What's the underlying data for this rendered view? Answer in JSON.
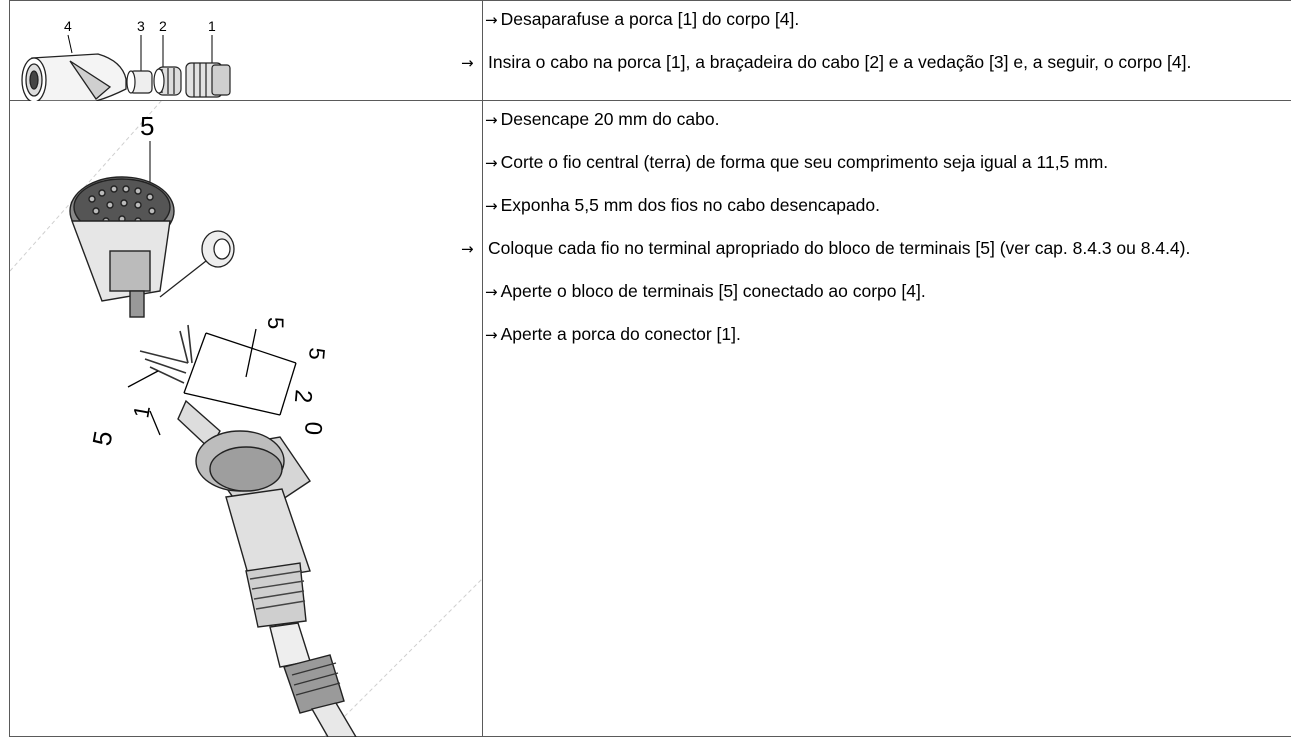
{
  "rows": [
    {
      "callouts": [
        "4",
        "3",
        "2",
        "1"
      ],
      "steps": [
        {
          "arrow": "→",
          "text": "Desaparafuse a porca [1] do corpo [4]."
        },
        {
          "arrow": "→",
          "text": "Insira o cabo na porca [1], a braçadeira do cabo [2] e a vedação [3] e, a seguir, o corpo [4]."
        }
      ]
    },
    {
      "callouts": [
        "5"
      ],
      "dimensions": [
        "5",
        "5",
        "2",
        "0",
        "5",
        "1"
      ],
      "steps": [
        {
          "arrow": "→",
          "text": "Desencape 20 mm do cabo."
        },
        {
          "arrow": "→",
          "text": "Corte o fio central (terra) de forma que seu comprimento seja igual a 11,5 mm."
        },
        {
          "arrow": "→",
          "text": "Exponha 5,5 mm dos fios no cabo desencapado."
        },
        {
          "arrow": "→",
          "text": "Coloque cada fio no terminal apropriado do bloco de terminais [5] (ver cap. 8.4.3 ou 8.4.4)."
        },
        {
          "arrow": "→",
          "text": "Aperte o bloco de terminais [5] conectado ao corpo [4]."
        },
        {
          "arrow": "→",
          "text": "Aperte a porca do conector [1]."
        }
      ]
    }
  ]
}
